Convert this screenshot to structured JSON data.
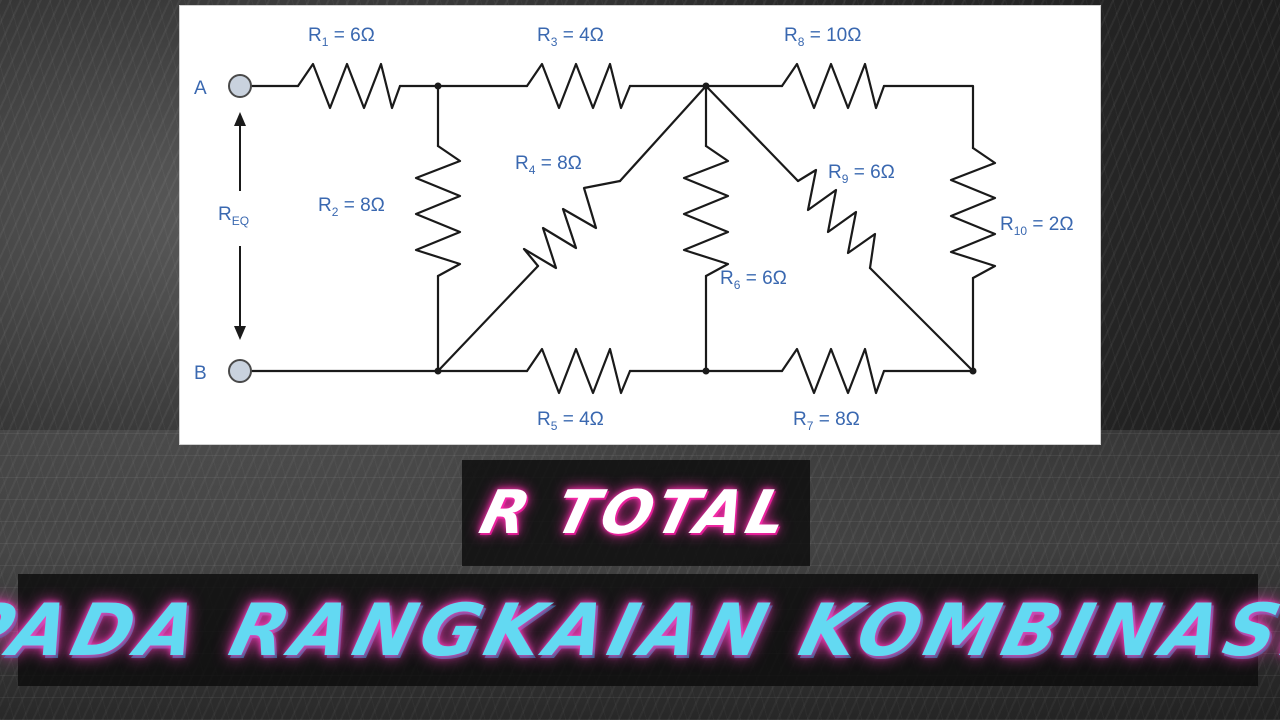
{
  "diagram": {
    "terminal_a": "A",
    "terminal_b": "B",
    "req": {
      "main": "R",
      "sub": "EQ"
    },
    "resistors": [
      {
        "id": "R1",
        "main": "R",
        "sub": "1",
        "value": " = 6Ω"
      },
      {
        "id": "R2",
        "main": "R",
        "sub": "2",
        "value": " = 8Ω"
      },
      {
        "id": "R3",
        "main": "R",
        "sub": "3",
        "value": " = 4Ω"
      },
      {
        "id": "R4",
        "main": "R",
        "sub": "4",
        "value": " = 8Ω"
      },
      {
        "id": "R5",
        "main": "R",
        "sub": "5",
        "value": " = 4Ω"
      },
      {
        "id": "R6",
        "main": "R",
        "sub": "6",
        "value": " = 6Ω"
      },
      {
        "id": "R7",
        "main": "R",
        "sub": "7",
        "value": " = 8Ω"
      },
      {
        "id": "R8",
        "main": "R",
        "sub": "8",
        "value": " = 10Ω"
      },
      {
        "id": "R9",
        "main": "R",
        "sub": "9",
        "value": " = 6Ω"
      },
      {
        "id": "R10",
        "main": "R",
        "sub": "10",
        "value": " = 2Ω"
      }
    ]
  },
  "titles": {
    "line1": "R TOTAL",
    "line2": "PADA RANGKAIAN KOMBINASI"
  },
  "colors": {
    "label": "#3a68b0",
    "title1_glow": "#ff2fb0",
    "title2_fill": "#63d9f2"
  }
}
